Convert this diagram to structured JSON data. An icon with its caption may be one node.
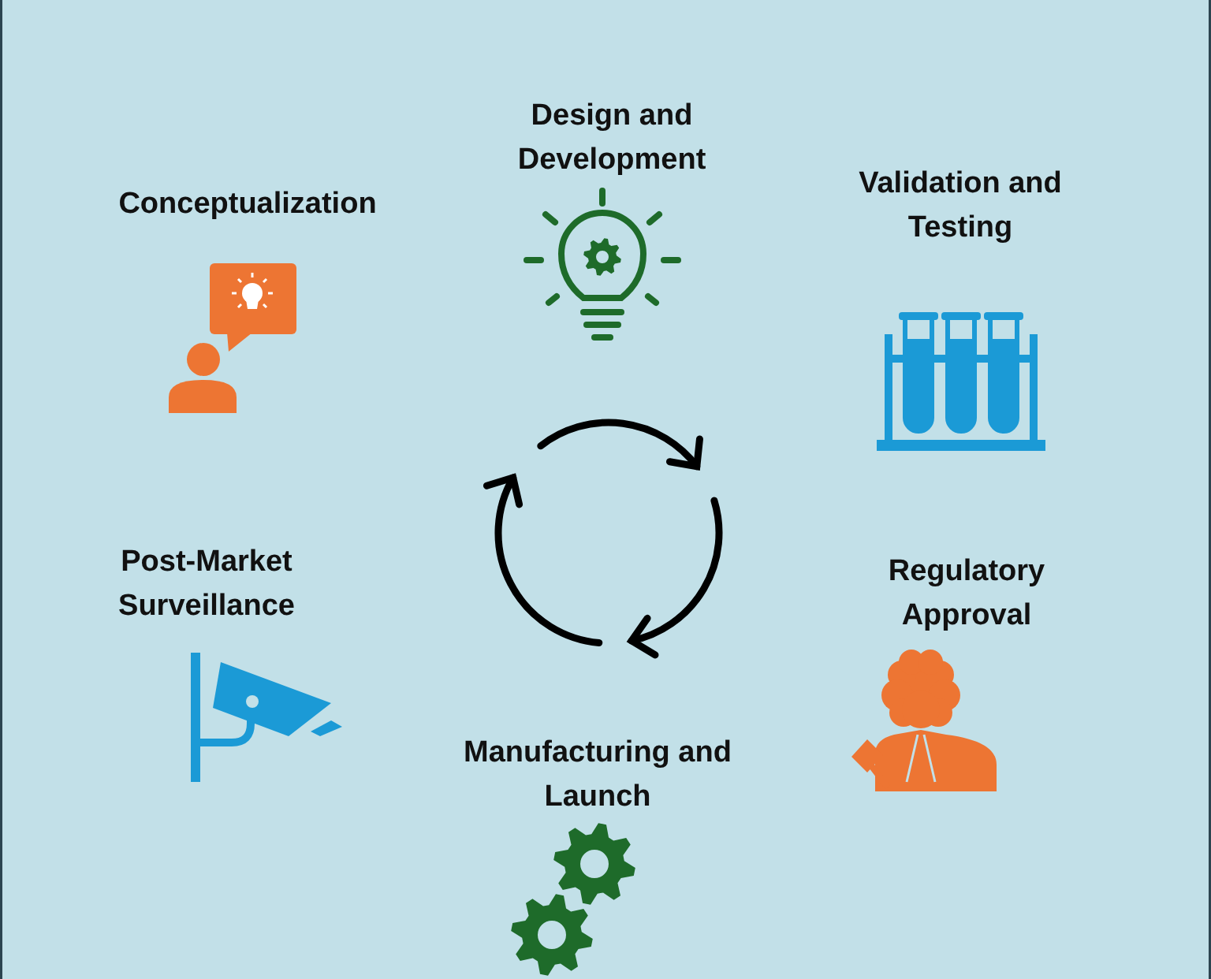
{
  "diagram": {
    "nodes": [
      {
        "text": [
          "Conceptualization"
        ]
      },
      {
        "text": [
          "Design and Development"
        ]
      },
      {
        "text": [
          "Validation and Testing"
        ]
      },
      {
        "text": [
          "Regulatory Approval"
        ]
      },
      {
        "text": [
          "Manufacturing and Launch"
        ]
      },
      {
        "text": [
          "Post-Market Surveillance"
        ]
      }
    ]
  }
}
